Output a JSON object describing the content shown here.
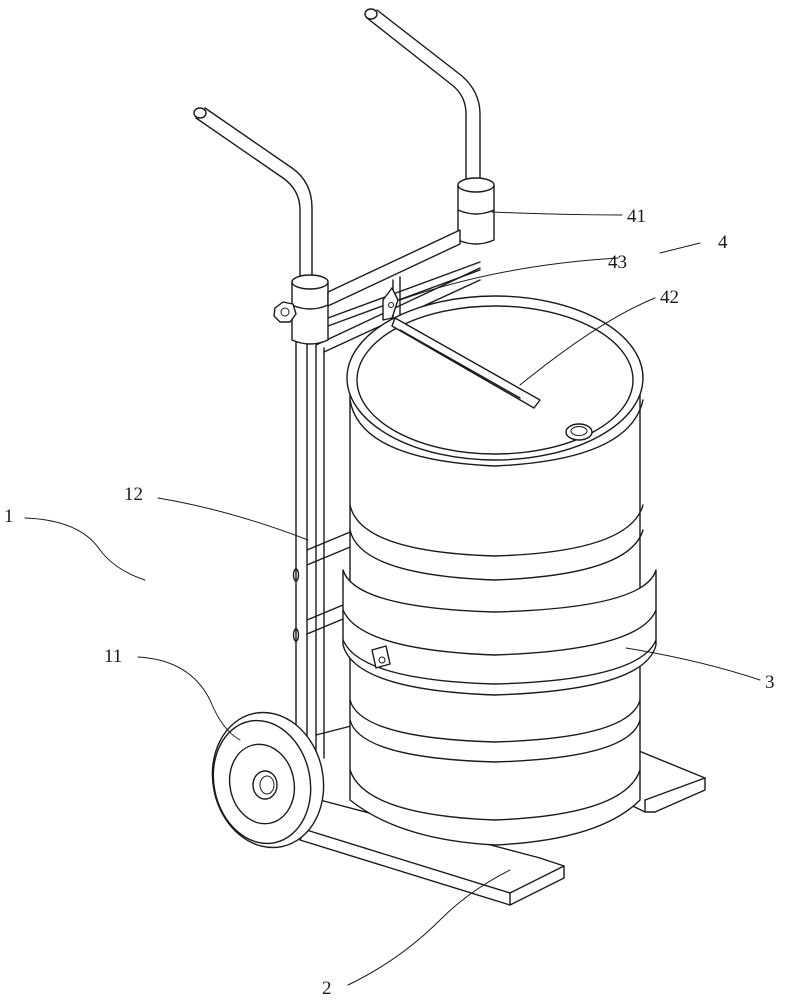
{
  "labels": {
    "l1": "1",
    "l11": "11",
    "l12": "12",
    "l2": "2",
    "l3": "3",
    "l4": "4",
    "l41": "41",
    "l42": "42",
    "l43": "43"
  }
}
